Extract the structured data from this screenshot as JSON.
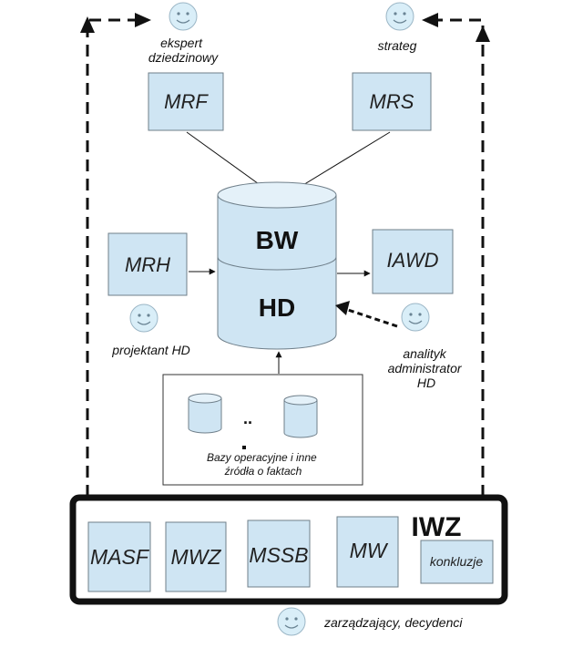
{
  "roles": {
    "ekspert": [
      "ekspert",
      "dziedzinowy"
    ],
    "strateg": "strateg",
    "projektant": "projektant HD",
    "analityk": [
      "analityk",
      "administrator",
      "HD"
    ],
    "zarzadzajacy": "zarządzający, decydenci"
  },
  "modules": {
    "mrf": "MRF",
    "mrs": "MRS",
    "mrh": "MRH",
    "iawd": "IAWD"
  },
  "warehouse": {
    "top": "BW",
    "bottom": "HD"
  },
  "sources": {
    "ellipsis": "..",
    "caption": [
      "Bazy operacyjne i inne",
      "źródła o faktach"
    ]
  },
  "iwz": {
    "title": "IWZ",
    "modules": [
      "MASF",
      "MWZ",
      "MSSB",
      "MW",
      "konkluzje"
    ]
  },
  "colors": {
    "box_fill": "#cfe5f3",
    "box_stroke": "#6f7f8a",
    "iwz_border": "#111111"
  }
}
